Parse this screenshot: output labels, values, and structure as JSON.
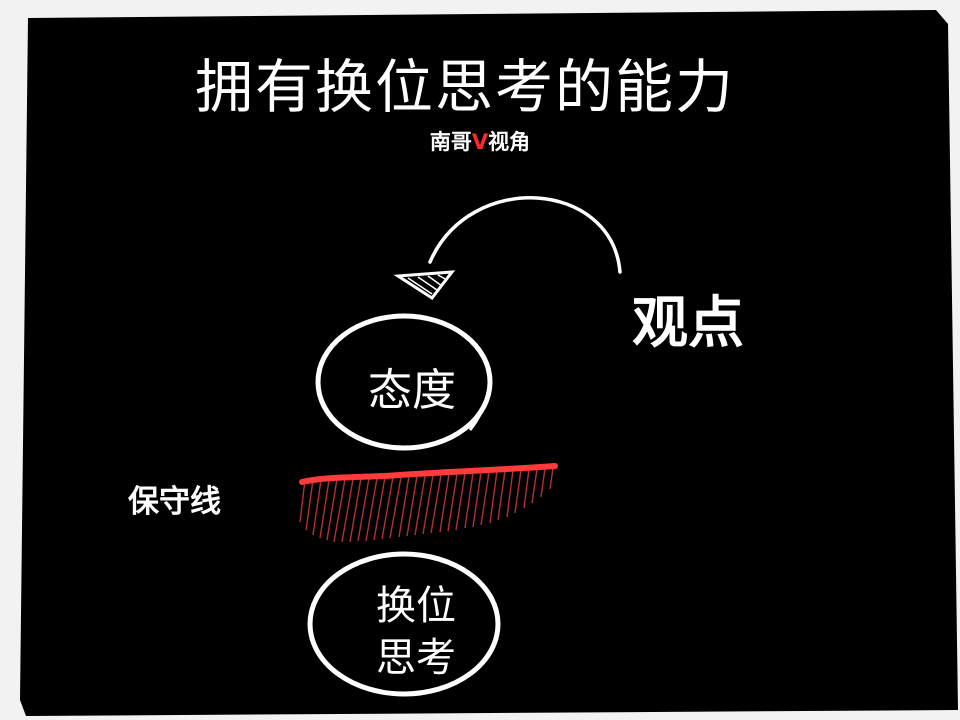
{
  "title": "拥有换位思考的能力",
  "brand": {
    "prefix": "南哥",
    "accent": "V",
    "suffix": "视角",
    "accent_color": "#ff2b2b"
  },
  "nodes": {
    "viewpoint": "观点",
    "attitude": "态度",
    "guard_line": "保守线",
    "empathy_line1": "换位",
    "empathy_line2": "思考"
  },
  "colors": {
    "background": "#000000",
    "ink": "#ffffff",
    "guard_line": "#ff3b3b"
  }
}
